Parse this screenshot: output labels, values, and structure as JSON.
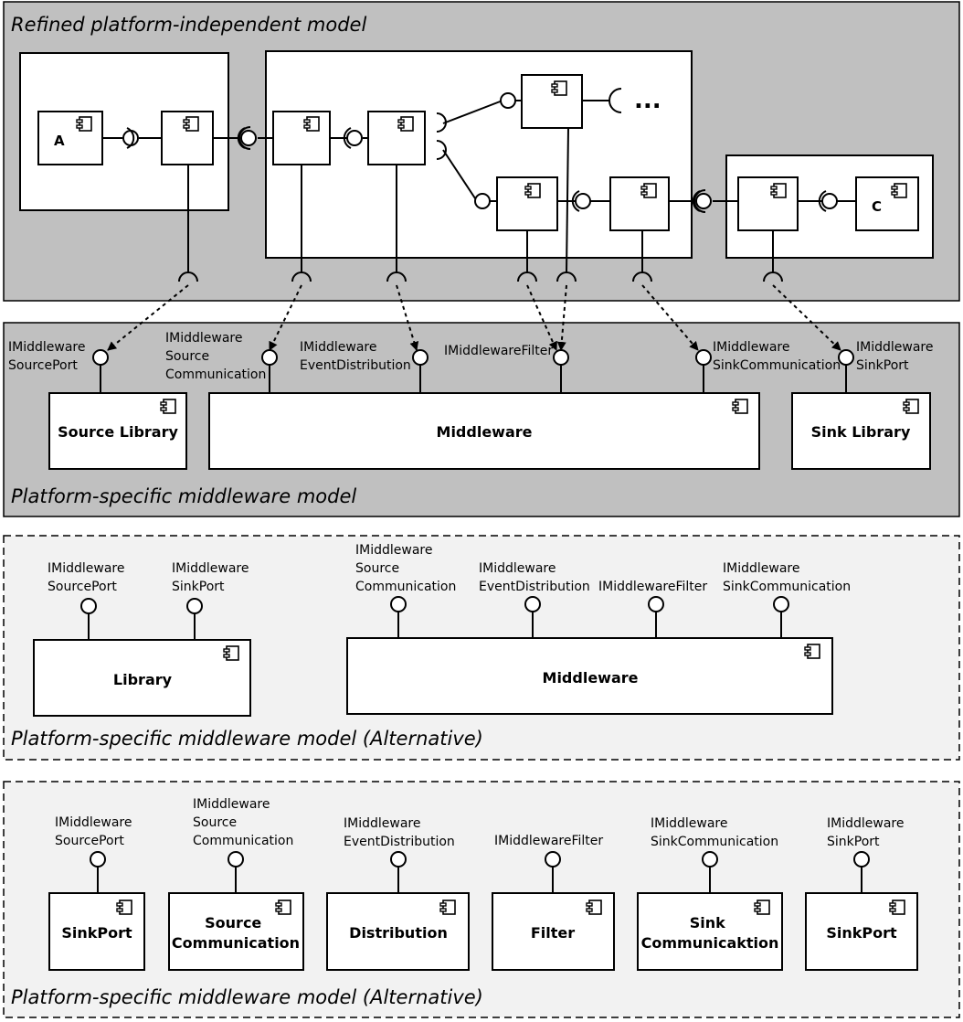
{
  "sections": {
    "pim": {
      "title": "Refined platform-independent model",
      "fill": "#c0c0c0"
    },
    "psm": {
      "title": "Platform-specific middleware model",
      "fill": "#c0c0c0"
    },
    "alt1": {
      "title": "Platform-specific middleware model (Alternative)",
      "fill": "#f2f2f2"
    },
    "alt2": {
      "title": "Platform-specific middleware model (Alternative)",
      "fill": "#f2f2f2"
    }
  },
  "pim": {
    "component_a": "A",
    "component_c": "C",
    "ellipsis": "..."
  },
  "psm": {
    "interfaces": {
      "source_port": [
        "IMiddleware",
        "SourcePort"
      ],
      "source_comm": [
        "IMiddleware",
        "Source",
        "Communication"
      ],
      "event_dist": [
        "IMiddleware",
        "EventDistribution"
      ],
      "filter": [
        "IMiddlewareFilter"
      ],
      "sink_comm": [
        "IMiddleware",
        "SinkCommunication"
      ],
      "sink_port": [
        "IMiddleware",
        "SinkPort"
      ]
    },
    "components": {
      "source_library": "Source Library",
      "middleware": "Middleware",
      "sink_library": "Sink Library"
    }
  },
  "alt1": {
    "interfaces": {
      "source_port": [
        "IMiddleware",
        "SourcePort"
      ],
      "sink_port": [
        "IMiddleware",
        "SinkPort"
      ],
      "source_comm": [
        "IMiddleware",
        "Source",
        "Communication"
      ],
      "event_dist": [
        "IMiddleware",
        "EventDistribution"
      ],
      "filter": [
        "IMiddlewareFilter"
      ],
      "sink_comm": [
        "IMiddleware",
        "SinkCommunication"
      ]
    },
    "components": {
      "library": "Library",
      "middleware": "Middleware"
    }
  },
  "alt2": {
    "interfaces": {
      "source_port": [
        "IMiddleware",
        "SourcePort"
      ],
      "source_comm": [
        "IMiddleware",
        "Source",
        "Communication"
      ],
      "event_dist": [
        "IMiddleware",
        "EventDistribution"
      ],
      "filter": [
        "IMiddlewareFilter"
      ],
      "sink_comm": [
        "IMiddleware",
        "SinkCommunication"
      ],
      "sink_port": [
        "IMiddleware",
        "SinkPort"
      ]
    },
    "components": {
      "sinkport_1": [
        "SinkPort"
      ],
      "source_comm": [
        "Source",
        "Communication"
      ],
      "distribution": [
        "Distribution"
      ],
      "filter": [
        "Filter"
      ],
      "sink_comm": [
        "Sink",
        "Communicaktion"
      ],
      "sinkport_2": [
        "SinkPort"
      ]
    }
  }
}
